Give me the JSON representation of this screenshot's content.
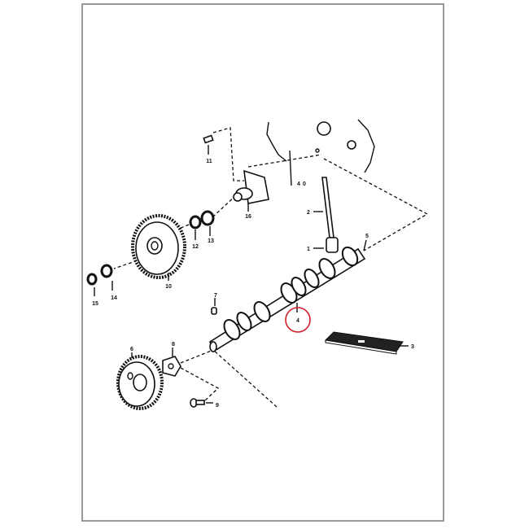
{
  "diagram": {
    "title": "Camshaft exploded parts diagram",
    "highlight_color": "#d0202a",
    "highlighted_part": "4",
    "callouts": {
      "p1": "1",
      "p2": "2",
      "p3": "3",
      "p4": "4",
      "p5": "5",
      "p6": "6",
      "p7": "7",
      "p8": "8",
      "p9": "9",
      "p10": "10",
      "p11": "11",
      "p12": "12",
      "p13": "13",
      "p14": "14",
      "p15": "15",
      "p16": "16"
    }
  }
}
